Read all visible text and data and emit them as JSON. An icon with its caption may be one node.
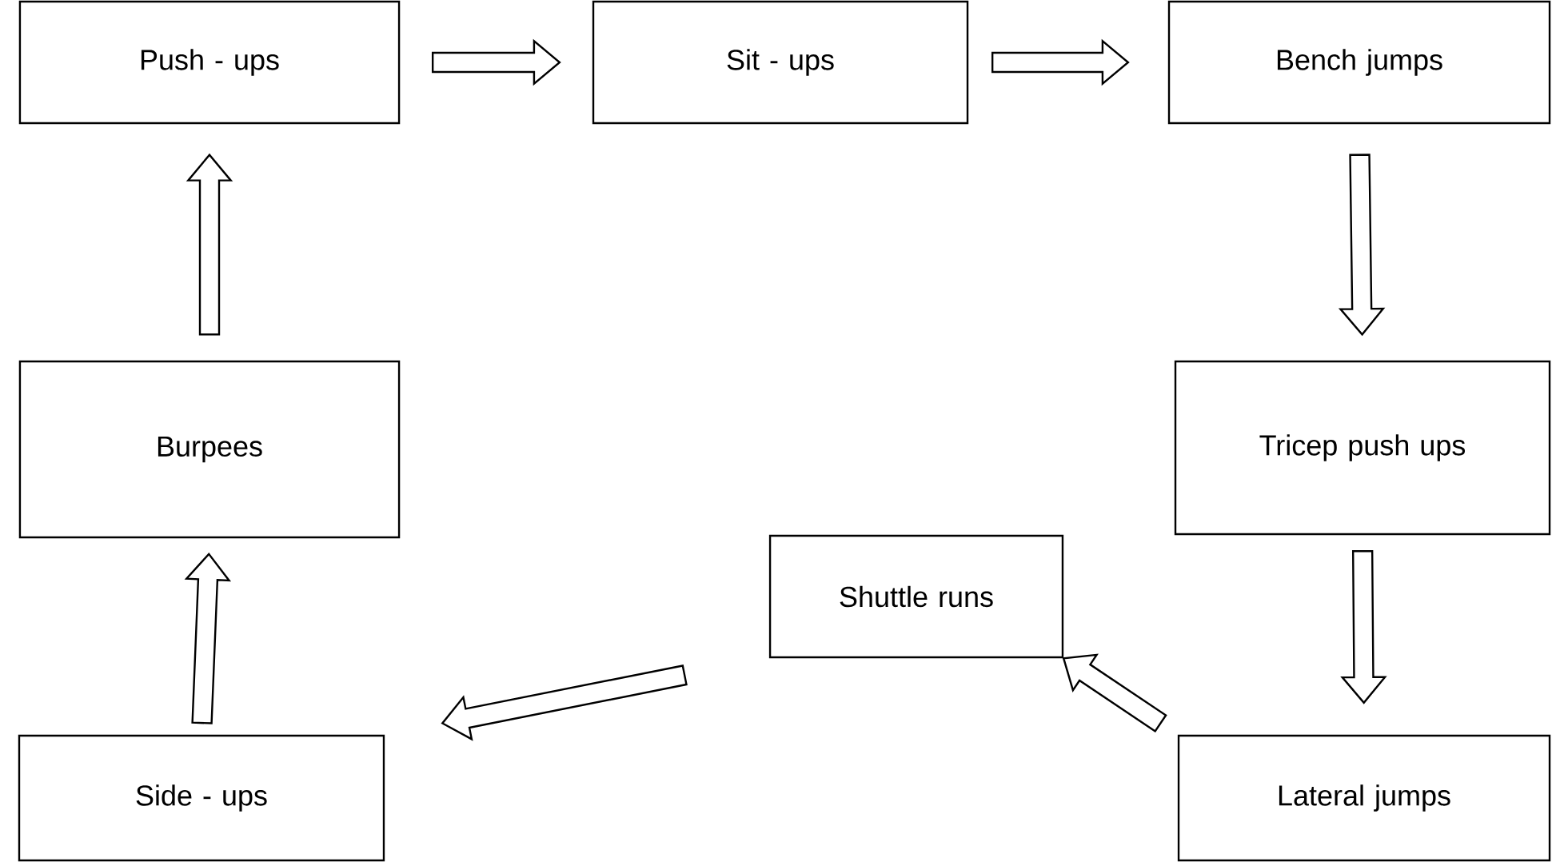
{
  "diagram": {
    "nodes": [
      {
        "text": [
          "Push - ups"
        ]
      },
      {
        "text": [
          "Sit - ups"
        ]
      },
      {
        "text": [
          "Bench jumps"
        ]
      },
      {
        "text": [
          "Burpees"
        ]
      },
      {
        "text": [
          "Tricep push ups"
        ]
      },
      {
        "text": [
          "Shuttle runs"
        ]
      },
      {
        "text": [
          "Side - ups"
        ]
      },
      {
        "text": [
          "Lateral jumps"
        ]
      }
    ],
    "edges": [
      {
        "from": 0,
        "to": 1,
        "arrow": "to"
      },
      {
        "from": 1,
        "to": 2,
        "arrow": "to"
      },
      {
        "from": 2,
        "to": 4,
        "arrow": "to"
      },
      {
        "from": 4,
        "to": 7,
        "arrow": "to"
      },
      {
        "from": 7,
        "to": 5,
        "arrow": "to"
      },
      {
        "from": 5,
        "to": 6,
        "arrow": "to"
      },
      {
        "from": 6,
        "to": 3,
        "arrow": "to"
      },
      {
        "from": 3,
        "to": 0,
        "arrow": "to"
      }
    ]
  }
}
